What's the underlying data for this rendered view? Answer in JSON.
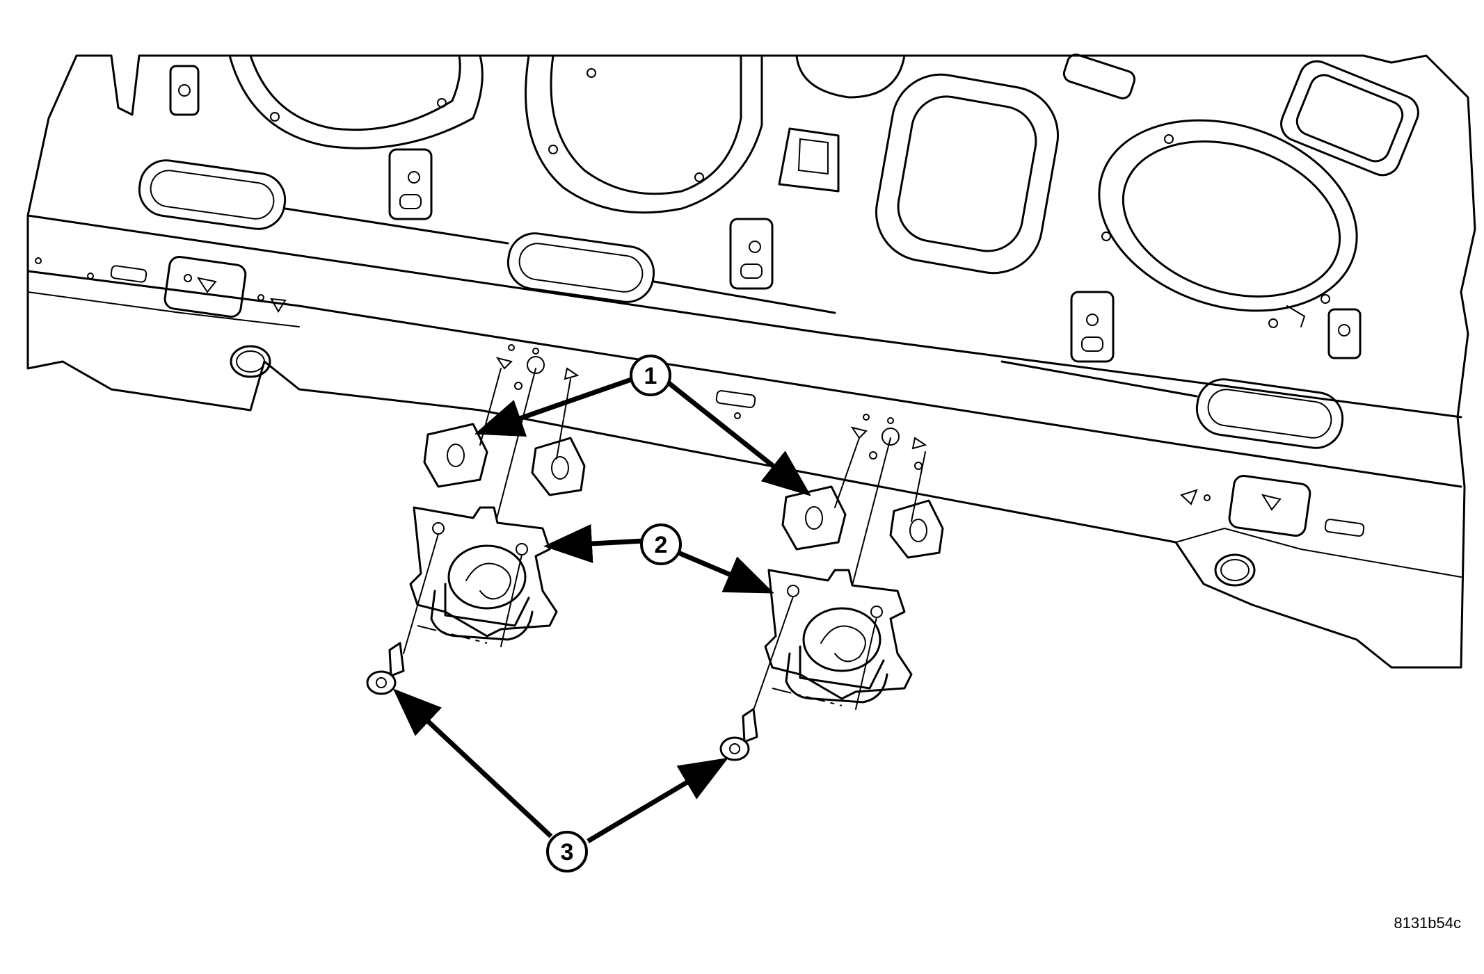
{
  "callouts": {
    "c1": "1",
    "c2": "2",
    "c3": "3"
  },
  "figure_id": "8131b54c"
}
